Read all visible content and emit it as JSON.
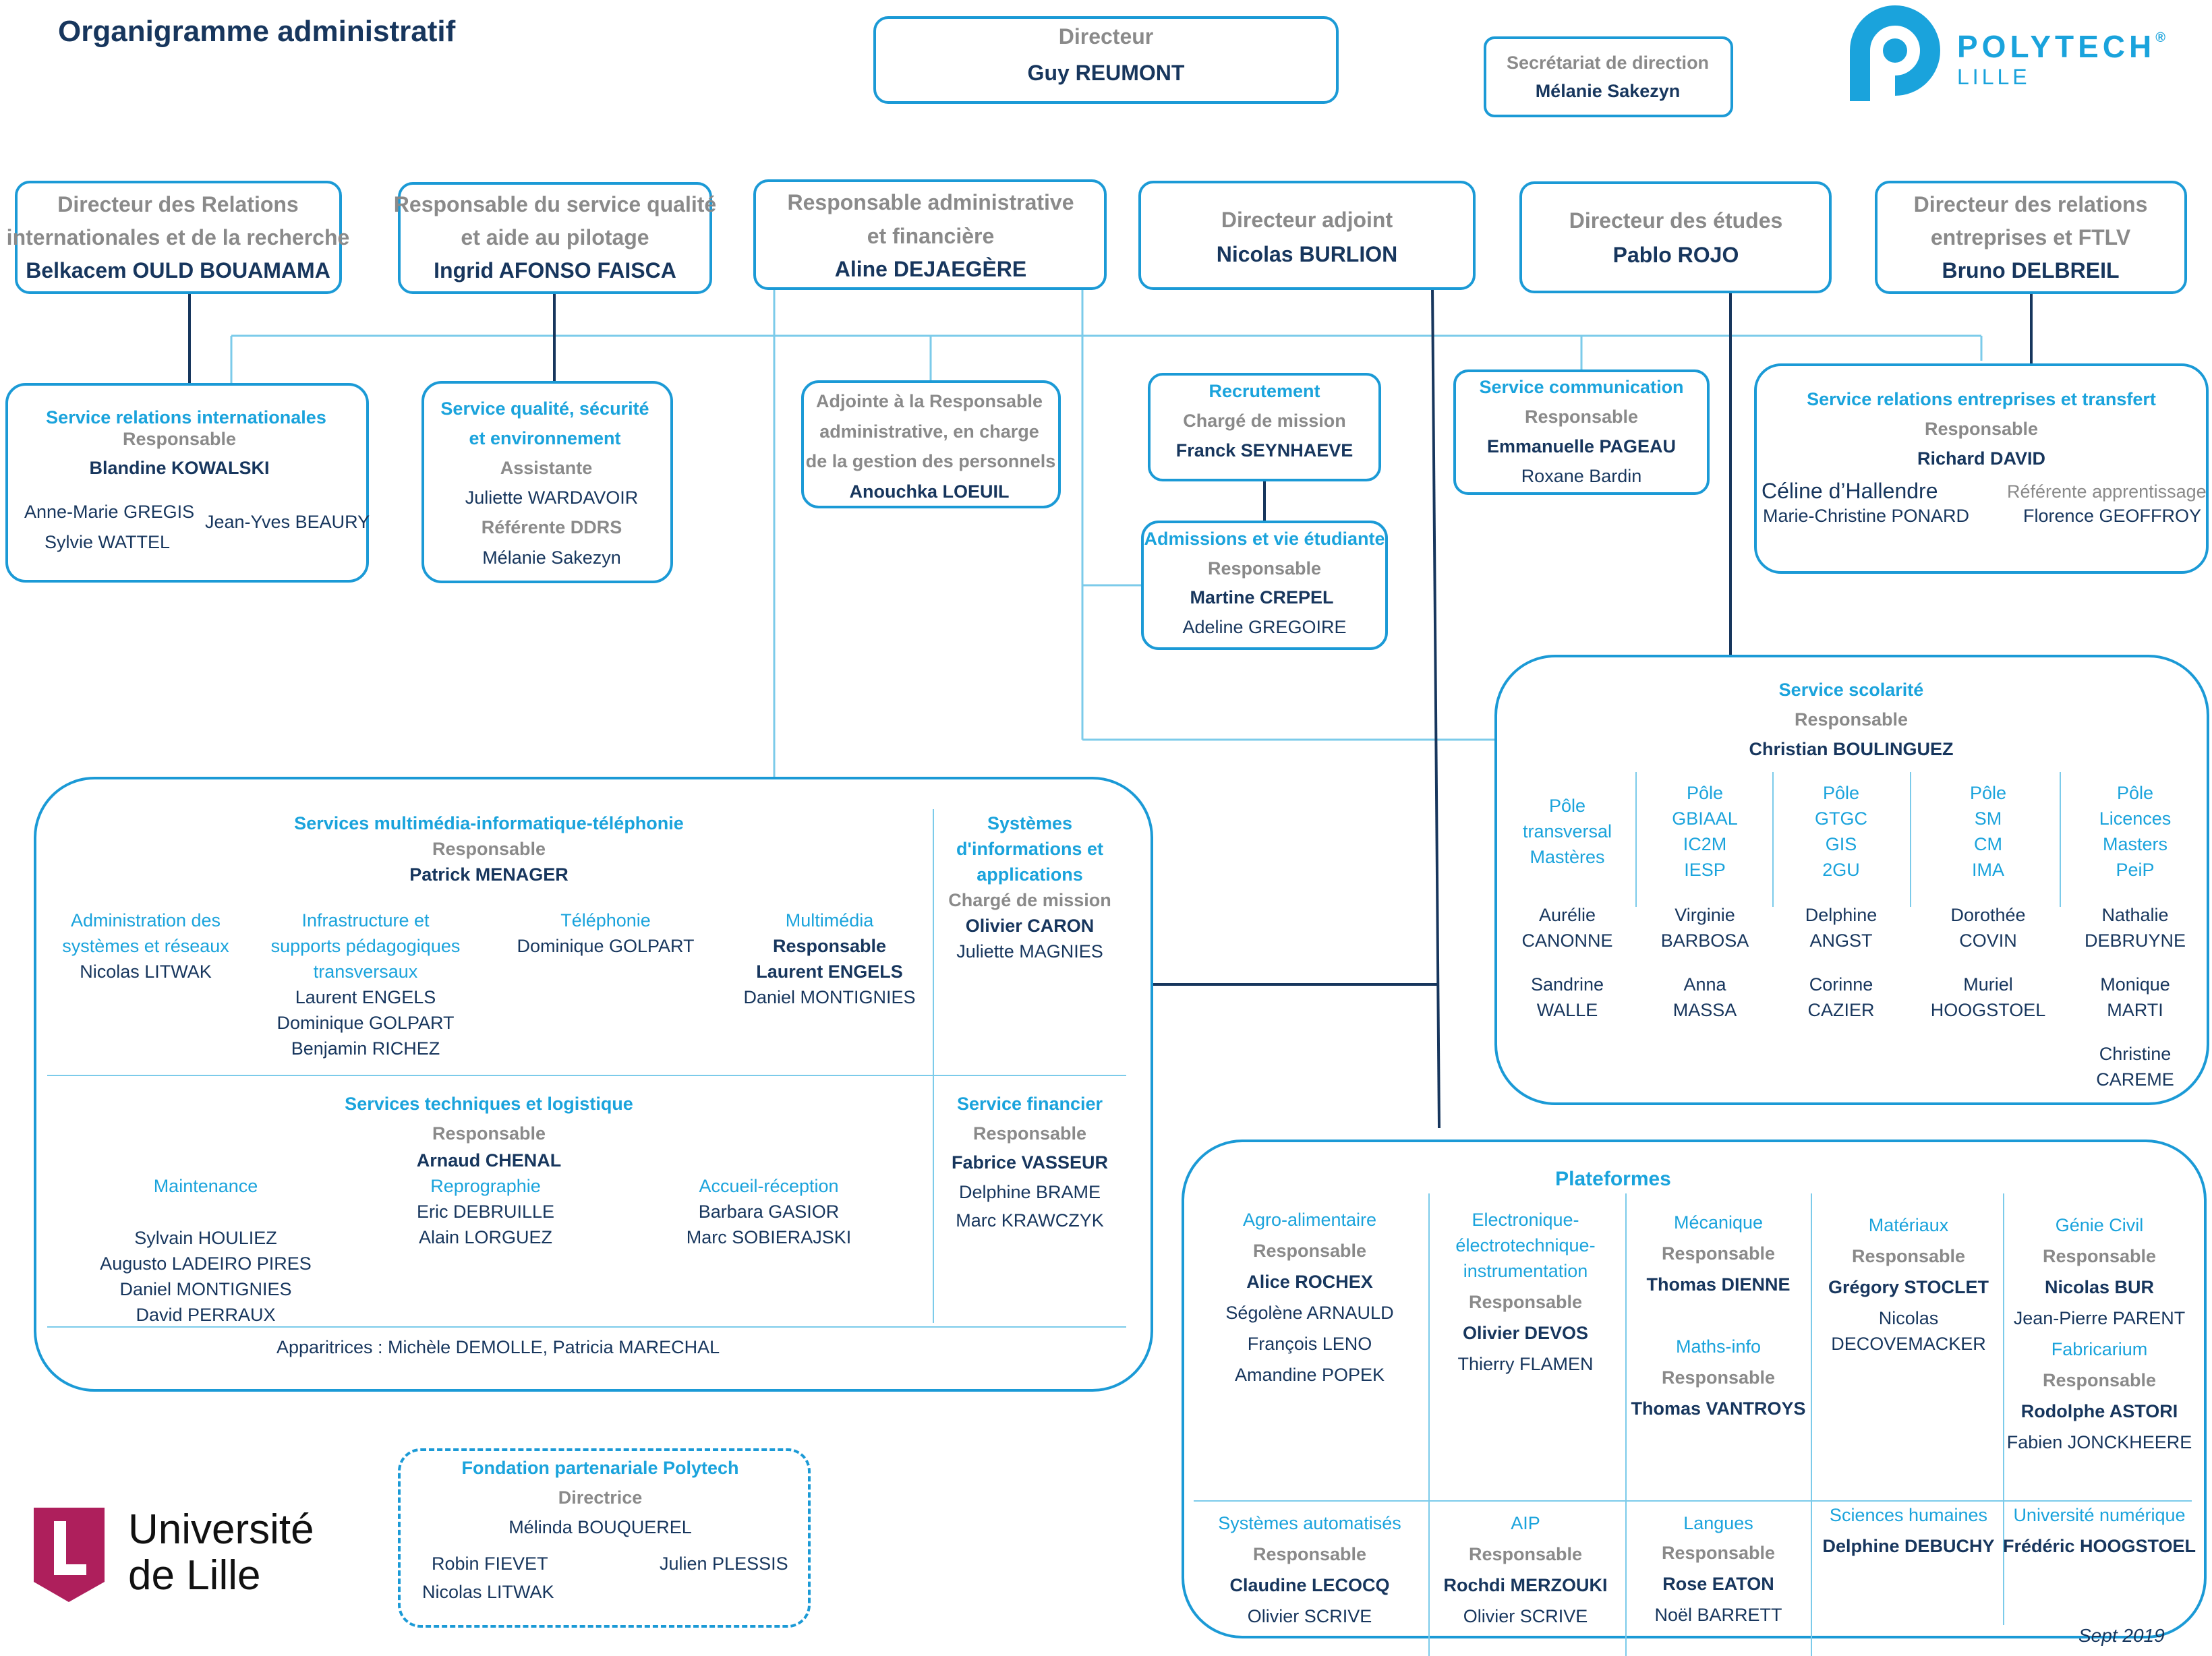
{
  "title": "Organigramme administratif",
  "date_note": "Sept 2019",
  "logos": {
    "polytech": {
      "name": "POLYTECH",
      "reg": "®",
      "sub": "LILLE"
    },
    "universite": {
      "line1": "Université",
      "line2": "de Lille"
    }
  },
  "colors": {
    "cyan": "#1aa3dc",
    "dark": "#17365d",
    "grey": "#8a8a8a",
    "line_dark": "#17365d",
    "line_light": "#7ccbea",
    "univ_red": "#ae1f5c"
  },
  "director": {
    "role": "Directeur",
    "name": "Guy REUMONT"
  },
  "secretariat": {
    "role": "Secrétariat de direction",
    "name": "Mélanie Sakezyn"
  },
  "top_boxes": [
    {
      "role_lines": [
        "Directeur des Relations",
        "internationales et de la recherche"
      ],
      "name": "Belkacem OULD BOUAMAMA"
    },
    {
      "role_lines": [
        "Responsable du service qualité",
        "et aide au pilotage"
      ],
      "name": "Ingrid AFONSO FAISCA"
    },
    {
      "role_lines": [
        "Responsable administrative",
        "et financière"
      ],
      "name": "Aline DEJAEGÈRE"
    },
    {
      "role_lines": [
        "Directeur adjoint"
      ],
      "name": "Nicolas BURLION"
    },
    {
      "role_lines": [
        "Directeur des études"
      ],
      "name": "Pablo ROJO"
    },
    {
      "role_lines": [
        "Directeur des relations",
        "entreprises et FTLV"
      ],
      "name": "Bruno DELBREIL"
    }
  ],
  "services": {
    "ri": {
      "title": "Service relations internationales",
      "role": "Responsable",
      "head": "Blandine KOWALSKI",
      "members": [
        "Anne-Marie GREGIS",
        "Sylvie WATTEL",
        "Jean-Yves BEAURY"
      ]
    },
    "qualite": {
      "title_lines": [
        "Service qualité, sécurité",
        "et environnement"
      ],
      "role1": "Assistante",
      "member1": "Juliette WARDAVOIR",
      "role2": "Référente DDRS",
      "member2": "Mélanie Sakezyn"
    },
    "adjointe": {
      "lines": [
        "Adjointe  à la Responsable",
        "administrative, en charge",
        "de la gestion des personnels"
      ],
      "name": "Anouchka LOEUIL"
    },
    "recrutement": {
      "title": "Recrutement",
      "role": "Chargé de mission",
      "name": "Franck SEYNHAEVE"
    },
    "admissions": {
      "title": "Admissions et vie étudiante",
      "role": "Responsable",
      "head": "Martine CREPEL",
      "member": "Adeline GREGOIRE"
    },
    "communication": {
      "title": "Service communication",
      "role": "Responsable",
      "head": "Emmanuelle PAGEAU",
      "member": "Roxane Bardin"
    },
    "entreprises": {
      "title": "Service relations entreprises et transfert",
      "role": "Responsable",
      "head": "Richard DAVID",
      "m1": "Céline d’Hallendre",
      "m2": "Marie-Christine PONARD",
      "role2": "Référente apprentissage",
      "m3": "Florence  GEOFFROY"
    }
  },
  "scolarite": {
    "title": "Service scolarité",
    "role": "Responsable",
    "head": "Christian BOULINGUEZ",
    "poles": [
      {
        "label_lines": [
          "Pôle",
          "transversal",
          "Mastères"
        ],
        "people": [
          [
            "Aurélie",
            "CANONNE"
          ],
          [
            "Sandrine",
            "WALLE"
          ]
        ]
      },
      {
        "label_lines": [
          "Pôle",
          "GBIAAL",
          "IC2M",
          "IESP"
        ],
        "people": [
          [
            "Virginie",
            "BARBOSA"
          ],
          [
            "Anna",
            "MASSA"
          ]
        ]
      },
      {
        "label_lines": [
          "Pôle",
          "GTGC",
          "GIS",
          "2GU"
        ],
        "people": [
          [
            "Delphine",
            "ANGST"
          ],
          [
            "Corinne",
            "CAZIER"
          ]
        ]
      },
      {
        "label_lines": [
          "Pôle",
          "SM",
          "CM",
          "IMA"
        ],
        "people": [
          [
            "Dorothée",
            "COVIN"
          ],
          [
            "Muriel",
            "HOOGSTOEL"
          ]
        ]
      },
      {
        "label_lines": [
          "Pôle",
          "Licences",
          "Masters",
          "PeiP"
        ],
        "people": [
          [
            "Nathalie",
            "DEBRUYNE"
          ],
          [
            "Monique",
            "MARTI"
          ],
          [
            "Christine",
            "CAREME"
          ]
        ]
      }
    ]
  },
  "multimedia": {
    "title": "Services multimédia-informatique-téléphonie",
    "role": "Responsable",
    "head": "Patrick MENAGER",
    "cols": [
      {
        "label_lines": [
          "Administration des",
          "systèmes et réseaux"
        ],
        "people": [
          "Nicolas LITWAK"
        ]
      },
      {
        "label_lines": [
          "Infrastructure et",
          "supports pédagogiques",
          "transversaux"
        ],
        "people": [
          "Laurent ENGELS",
          "Dominique GOLPART",
          "Benjamin RICHEZ"
        ]
      },
      {
        "label_lines": [
          "Téléphonie"
        ],
        "people": [
          "Dominique GOLPART"
        ]
      },
      {
        "label_lines": [
          "Multimédia"
        ],
        "role": "Responsable",
        "head": "Laurent ENGELS",
        "people": [
          "Daniel MONTIGNIES"
        ]
      }
    ],
    "si": {
      "title_lines": [
        "Systèmes",
        "d'informations et",
        "applications"
      ],
      "role": "Chargé de mission",
      "head": "Olivier CARON",
      "member": "Juliette MAGNIES"
    }
  },
  "techniques": {
    "title": "Services techniques et logistique",
    "role": "Responsable",
    "head": "Arnaud CHENAL",
    "maintenance": {
      "label": "Maintenance",
      "people": [
        "Sylvain HOULIEZ",
        "Augusto LADEIRO PIRES",
        "Daniel MONTIGNIES",
        "David PERRAUX"
      ]
    },
    "reprographie": {
      "label": "Reprographie",
      "people": [
        "Eric DEBRUILLE",
        "Alain LORGUEZ"
      ]
    },
    "accueil": {
      "label": "Accueil-réception",
      "people": [
        "Barbara GASIOR",
        "Marc SOBIERAJSKI"
      ]
    },
    "appariteurs": "Apparitrices : Michèle DEMOLLE, Patricia MARECHAL"
  },
  "financier": {
    "title": "Service financier",
    "role": "Responsable",
    "head": "Fabrice VASSEUR",
    "members": [
      "Delphine BRAME",
      "Marc KRAWCZYK"
    ]
  },
  "plateformes": {
    "title": "Plateformes",
    "top": [
      {
        "label_lines": [
          "Agro-alimentaire"
        ],
        "role": "Responsable",
        "head": "Alice ROCHEX",
        "people": [
          "Ségolène ARNAULD",
          "François LENO",
          "Amandine POPEK"
        ]
      },
      {
        "label_lines": [
          "Electronique-",
          "électrotechnique-",
          "instrumentation"
        ],
        "role": "Responsable",
        "head": "Olivier DEVOS",
        "people": [
          "Thierry FLAMEN"
        ]
      },
      {
        "label_lines": [
          "Mécanique"
        ],
        "role": "Responsable",
        "head": "Thomas DIENNE",
        "label2": "Maths-info",
        "role2": "Responsable",
        "head2": "Thomas VANTROYS"
      },
      {
        "label_lines": [
          "Matériaux"
        ],
        "role": "Responsable",
        "head": "Grégory STOCLET",
        "people": [
          "Nicolas",
          "DECOVEMACKER"
        ]
      },
      {
        "label_lines": [
          "Génie Civil"
        ],
        "role": "Responsable",
        "head": "Nicolas BUR",
        "people": [
          "Jean-Pierre PARENT"
        ],
        "label2": "Fabricarium",
        "role2": "Responsable",
        "head2": "Rodolphe ASTORI",
        "people2": [
          "Fabien JONCKHEERE"
        ]
      }
    ],
    "bottom": [
      {
        "label": "Systèmes automatisés",
        "role": "Responsable",
        "head": "Claudine LECOCQ",
        "member": "Olivier SCRIVE"
      },
      {
        "label": "AIP",
        "role": "Responsable",
        "head": "Rochdi MERZOUKI",
        "member": "Olivier SCRIVE"
      },
      {
        "label": "Langues",
        "role": "Responsable",
        "head": "Rose EATON",
        "member": "Noël BARRETT"
      },
      {
        "label": "Sciences humaines",
        "head": "Delphine DEBUCHY"
      },
      {
        "label": "Université numérique",
        "head": "Frédéric HOOGSTOEL"
      }
    ]
  },
  "fondation": {
    "title": "Fondation partenariale Polytech",
    "role": "Directrice",
    "head": "Mélinda BOUQUEREL",
    "m1": "Robin FIEVET",
    "m2": "Nicolas LITWAK",
    "m3": "Julien PLESSIS"
  }
}
